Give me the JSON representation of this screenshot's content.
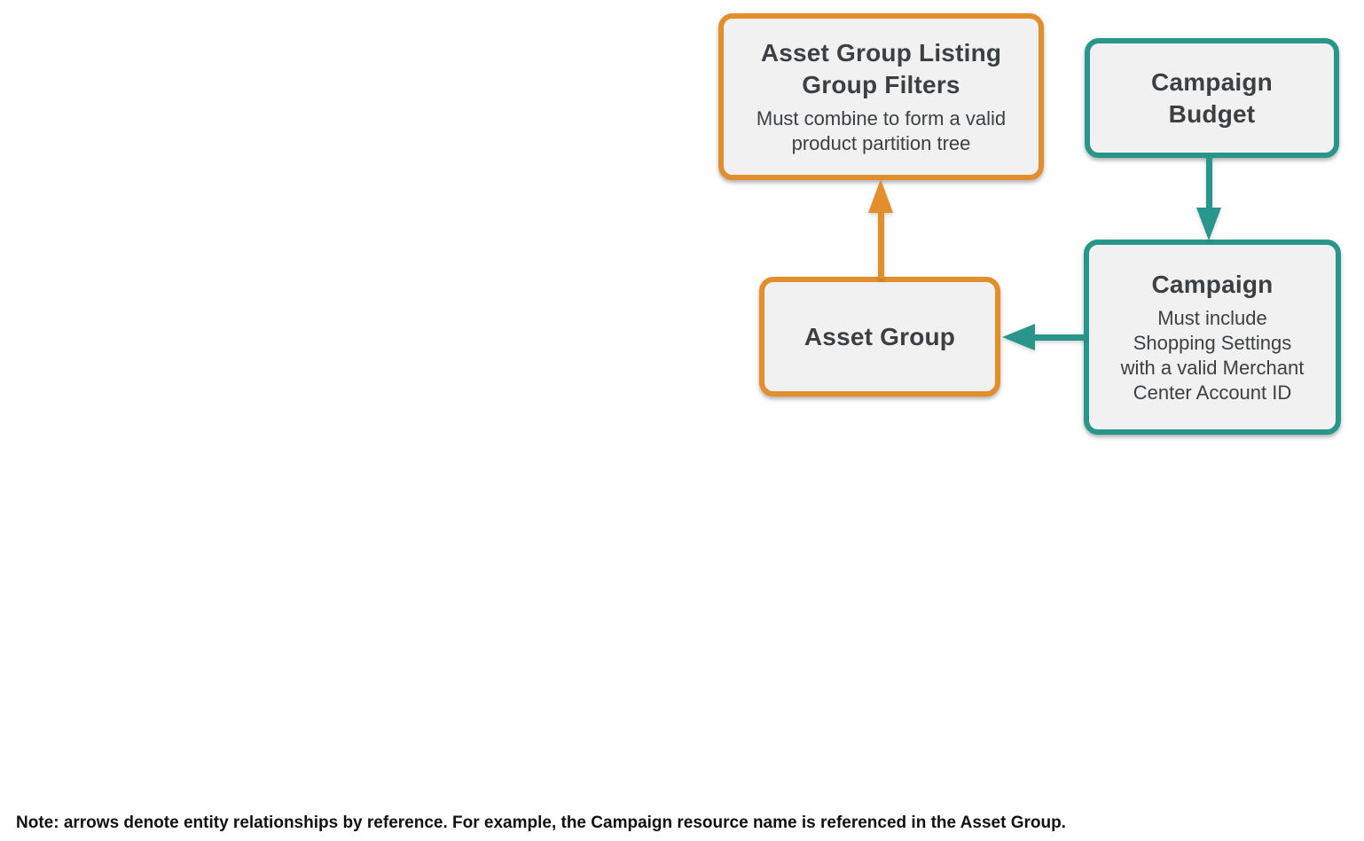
{
  "colors": {
    "orange": "#E28E2D",
    "teal": "#28968A",
    "box_fill": "#F1F1F1",
    "title_text": "#3C4043",
    "note_text": "#111111",
    "background": "#FFFFFF"
  },
  "diagram": {
    "nodes": {
      "listing_filters": {
        "title": "Asset Group Listing Group Filters",
        "subtitle": "Must combine to form a valid product partition tree",
        "accent": "orange"
      },
      "campaign_budget": {
        "title": "Campaign Budget",
        "accent": "teal"
      },
      "asset_group": {
        "title": "Asset Group",
        "accent": "orange"
      },
      "campaign": {
        "title": "Campaign",
        "subtitle": "Must include Shopping Settings with a valid Merchant Center Account ID",
        "accent": "teal"
      }
    },
    "edges": [
      {
        "from": "asset_group",
        "to": "listing_filters",
        "color": "orange",
        "direction": "up"
      },
      {
        "from": "campaign_budget",
        "to": "campaign",
        "color": "teal",
        "direction": "down"
      },
      {
        "from": "campaign",
        "to": "asset_group",
        "color": "teal",
        "direction": "left"
      }
    ]
  },
  "note": "Note: arrows denote entity relationships by reference. For example, the Campaign resource name is referenced in the Asset Group."
}
